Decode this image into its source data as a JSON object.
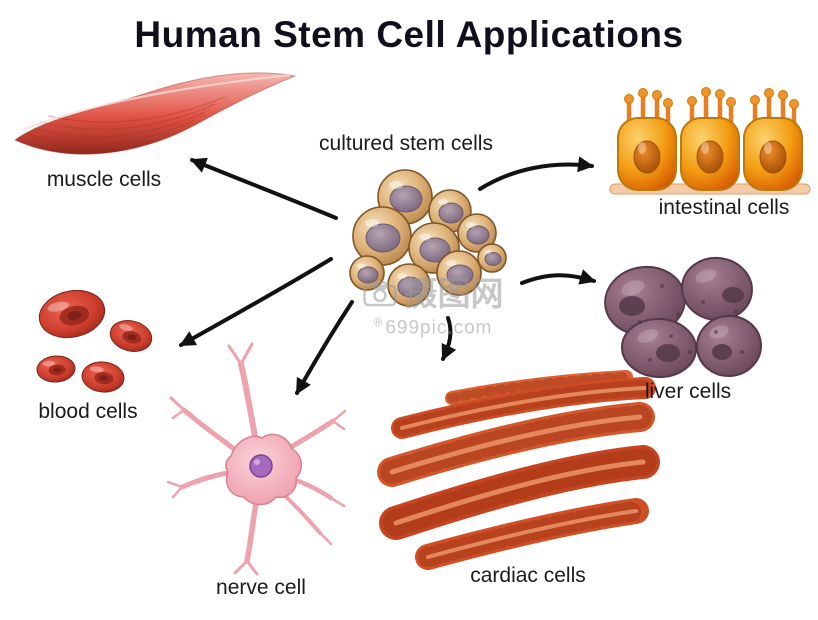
{
  "title": "Human Stem Cell Applications",
  "center_label": "cultured stem cells",
  "labels": {
    "muscle": "muscle cells",
    "intestinal": "intestinal cells",
    "liver": "liver cells",
    "cardiac": "cardiac cells",
    "nerve": "nerve cell",
    "blood": "blood cells"
  },
  "connections": [
    {
      "from": "cultured stem cells",
      "to": "muscle cells"
    },
    {
      "from": "cultured stem cells",
      "to": "intestinal cells"
    },
    {
      "from": "cultured stem cells",
      "to": "liver cells"
    },
    {
      "from": "cultured stem cells",
      "to": "cardiac cells"
    },
    {
      "from": "cultured stem cells",
      "to": "nerve cell"
    },
    {
      "from": "cultured stem cells",
      "to": "blood cells"
    }
  ],
  "watermark": {
    "brand": "摄图网",
    "site": "699pic.com",
    "mark": "®"
  },
  "colors": {
    "arrow": "#121212",
    "title": "#10101c",
    "label": "#1b1b1b",
    "muscle": "#c0392b",
    "stem_cell": "#c9965c",
    "stem_nucleus": "#8d7689",
    "intestinal": "#e67e22",
    "liver": "#7d5a6b",
    "cardiac": "#c8441f",
    "nerve": "#f0a4b0",
    "nerve_nucleus": "#a569bd",
    "blood": "#c0392b"
  }
}
